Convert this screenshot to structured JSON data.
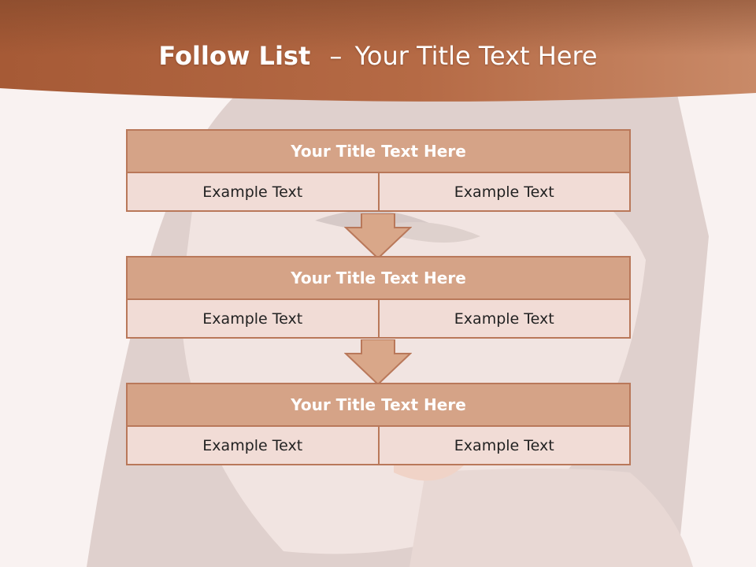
{
  "slide": {
    "title_bold": "Follow List",
    "title_dash": "–",
    "title_rest": "Your Title Text Here"
  },
  "flow": {
    "blocks": [
      {
        "title": "Your Title Text Here",
        "left": "Example Text",
        "right": "Example Text"
      },
      {
        "title": "Your Title Text Here",
        "left": "Example Text",
        "right": "Example Text"
      },
      {
        "title": "Your Title Text Here",
        "left": "Example Text",
        "right": "Example Text"
      }
    ],
    "arrow_icon": "down-arrow-icon"
  },
  "colors": {
    "header_band": "#b56a45",
    "block_title_fill": "#d5a387",
    "block_cell_fill": "#f1dcd6",
    "block_border": "#b9785a",
    "arrow_fill": "#d9a789"
  }
}
